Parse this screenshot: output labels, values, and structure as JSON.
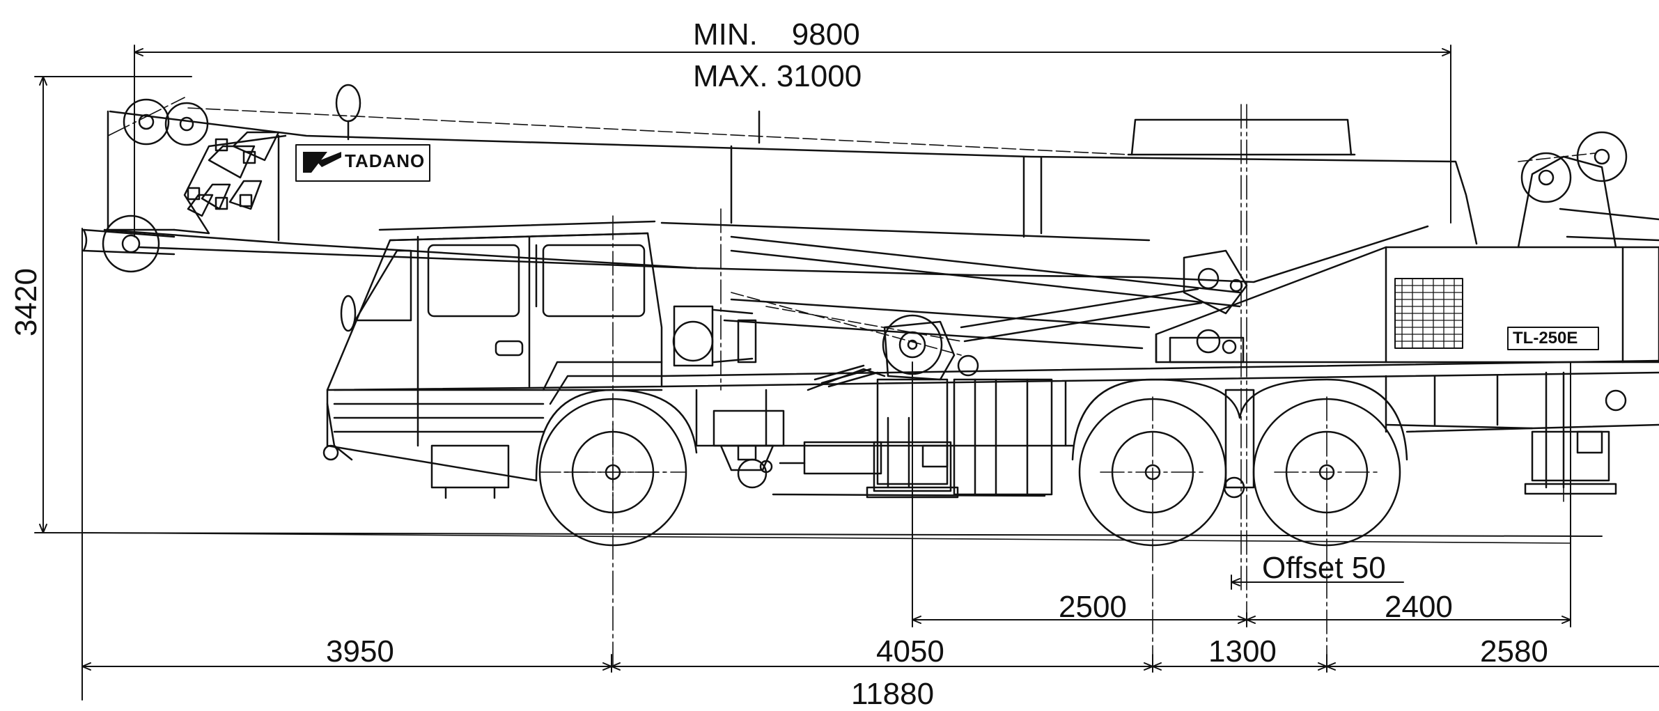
{
  "boom": {
    "min_label": "MIN.",
    "min_value": "9800",
    "max_label": "MAX.",
    "max_value": "31000"
  },
  "height": {
    "value": "3420"
  },
  "offset": {
    "label": "Offset 50"
  },
  "dimensions": {
    "d2500": "2500",
    "d2400": "2400",
    "d3950": "3950",
    "d4050": "4050",
    "d1300": "1300",
    "d2580": "2580",
    "overall": "11880"
  },
  "branding": {
    "logo": "TADANO",
    "model": "TL-250E"
  },
  "colors": {
    "ink": "#111111",
    "paper": "#ffffff"
  }
}
